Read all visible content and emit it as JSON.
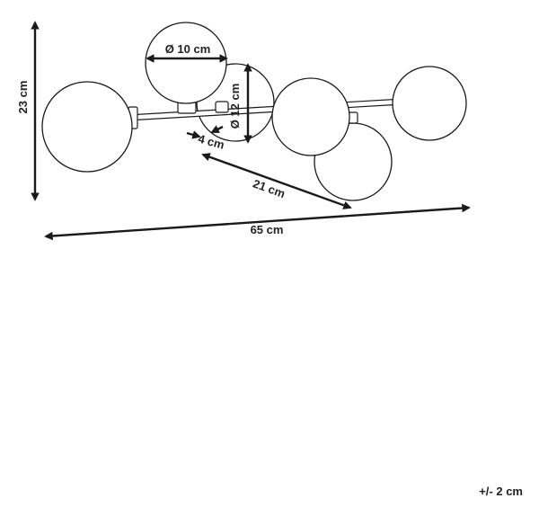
{
  "dimensions": {
    "height": "23 cm",
    "width": "65 cm",
    "arm_length": "21 cm",
    "shade_small": "Ø 10 cm",
    "shade_large": "Ø 12 cm",
    "offset": "4 cm"
  },
  "tolerance": "+/- 2 cm"
}
